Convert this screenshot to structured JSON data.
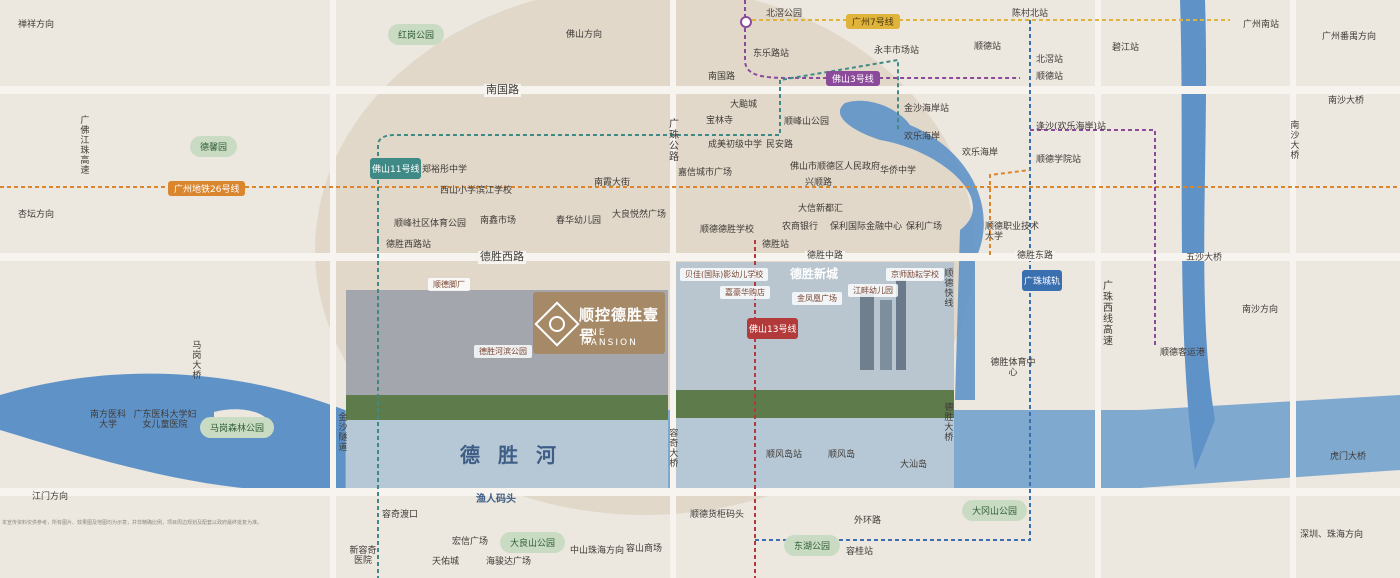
{
  "project": {
    "name": "顺控德胜壹号",
    "name_en": "ONE MANSION"
  },
  "directions": {
    "shenxiang": "禅祥方向",
    "foshan": "佛山方向",
    "guangzhou_south": "广州南站",
    "panyu": "广州番禺方向",
    "xingtan": "杏坛方向",
    "nansha": "南沙方向",
    "jiangmen": "江门方向",
    "shenzhen_zhuhai": "深圳、珠海方向",
    "zhongshan_zhuhai": "中山珠海方向"
  },
  "roads": {
    "nanguo": "南国路",
    "desheng_west": "德胜西路",
    "desheng_middle": "德胜中路",
    "desheng_east": "德胜东路",
    "nansha_bridge": "南沙大桥",
    "wusha_bridge": "五沙大桥",
    "humen_bridge": "虎门大桥",
    "guangzhu_highway": "广珠西线高速",
    "guangjiang_highway": "广佛江珠高速",
    "guangzhu_road": "广珠公路",
    "xingshun": "兴顺路",
    "nanxia": "南霞大街",
    "magang_bridge": "马岗大桥",
    "jinsha_tunnel": "金沙隧道",
    "rongqi_bridge": "容奇大桥",
    "desheng_bridge": "德胜大桥",
    "waihuan": "外环路",
    "shunde_railway": "顺德快线"
  },
  "metro_lines": {
    "gz26": "广州地铁26号线",
    "gz7": "广州7号线",
    "fs3": "佛山3号线",
    "fs11": "佛山11号线",
    "fs13": "佛山13号线",
    "guangzhu_rail": "广珠城轨"
  },
  "stations": {
    "beijiao_park": "北滘公园",
    "chencun_north": "陈村北站",
    "donglenan": "东乐路站",
    "yongfeng": "永丰市场站",
    "nanguo_road": "南国路",
    "beijiao_station": "北滘站",
    "shunde_station": "顺德站",
    "bijiang": "碧江站",
    "jinshahai": "金沙海岸站",
    "huanle": "欢乐海岸",
    "fengxiang": "逢沙(欢乐海岸)站",
    "shunde_college": "顺德学院站",
    "minan": "民安路",
    "desheng_station": "德胜站",
    "desheng_west_station": "德胜西路站",
    "shunfeng_island": "顺风岛站",
    "rongqi_ferry": "容奇渡口",
    "rongqi_station": "容桂站",
    "shunde_port": "顺德客运港",
    "shunde_guigang": "顺德货柜码头"
  },
  "places": {
    "hongnan_park": "红岗公园",
    "defu_park": "德馨园",
    "magang_park": "马岗森林公园",
    "daye_park": "大良山公园",
    "dagangshan": "大冈山公园",
    "dongyong_park": "东湖公园",
    "dacang": "大颱城",
    "baolin": "宝林寺",
    "shunfeng_park": "顺峰山公园",
    "chengmei": "成美初级中学",
    "jiaxin": "嘉信城市广场",
    "zhengyu": "郑裕彤中学",
    "xishan": "西山小学滨江学校",
    "shunfeng_sports": "顺峰社区体育公园",
    "nanxin_market": "南鑫市场",
    "chunhua": "春华幼儿园",
    "daliang_plaza": "大良悦然广场",
    "gov": "佛山市顺德区人民政府",
    "huaqiao": "华侨中学",
    "dexin": "大信新都汇",
    "desheng_school": "顺德德胜学校",
    "abc": "农商银行",
    "baoli_center": "保利国际金融中心",
    "baoli_plaza": "保利广场",
    "vocational": "顺德职业技术大学",
    "desheng_sports": "德胜体育中心",
    "huanle_coast": "欢乐海岸",
    "nanfang_uni": "南方医科大学",
    "gd_women": "广东医科大学妇女儿童医院",
    "xinrong_hospital": "新容奇医院",
    "hongmeng": "宏信广场",
    "tianyou": "天佑城",
    "haijun": "海骏达广场",
    "rongshan": "容山商场",
    "fisherman": "渔人码头",
    "shunfeng_island_name": "顺风岛",
    "dayou_island": "大汕岛",
    "desheng_river": "德胜河",
    "desheng_newcity": "德胜新城"
  },
  "photo_captions": {
    "shunde_jiao": "顺德脚厂",
    "river_park": "德胜河滨公园",
    "beijia_kid": "贝佳(国际)影幼儿学校",
    "shopping": "嘉豪华购店",
    "jinfeng": "金凤凰广场",
    "jiangshun": "江畔幼儿园",
    "jingshi": "京师励耘学校"
  },
  "disclaimer": "本宣传资料仅供参考，所有图片、效果图及地图均为示意，并非精确比例，项目周边规划及配套以政府最终批复为准。"
}
